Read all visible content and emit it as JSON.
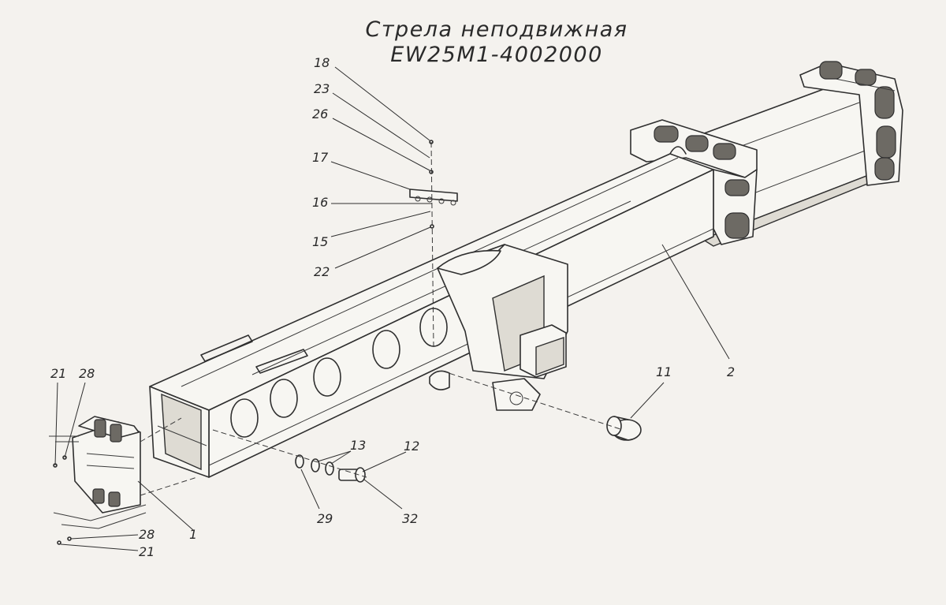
{
  "title": {
    "line1": "Стрела неподвижная",
    "line2": "EW25M1-4002000"
  },
  "callouts": {
    "c18": "18",
    "c23": "23",
    "c26": "26",
    "c17": "17",
    "c16": "16",
    "c15": "15",
    "c22": "22",
    "c11": "11",
    "c2": "2",
    "c21_top": "21",
    "c28_top": "28",
    "c13": "13",
    "c12": "12",
    "c29": "29",
    "c32": "32",
    "c1": "1",
    "c28_bottom": "28",
    "c21_bottom": "21"
  }
}
